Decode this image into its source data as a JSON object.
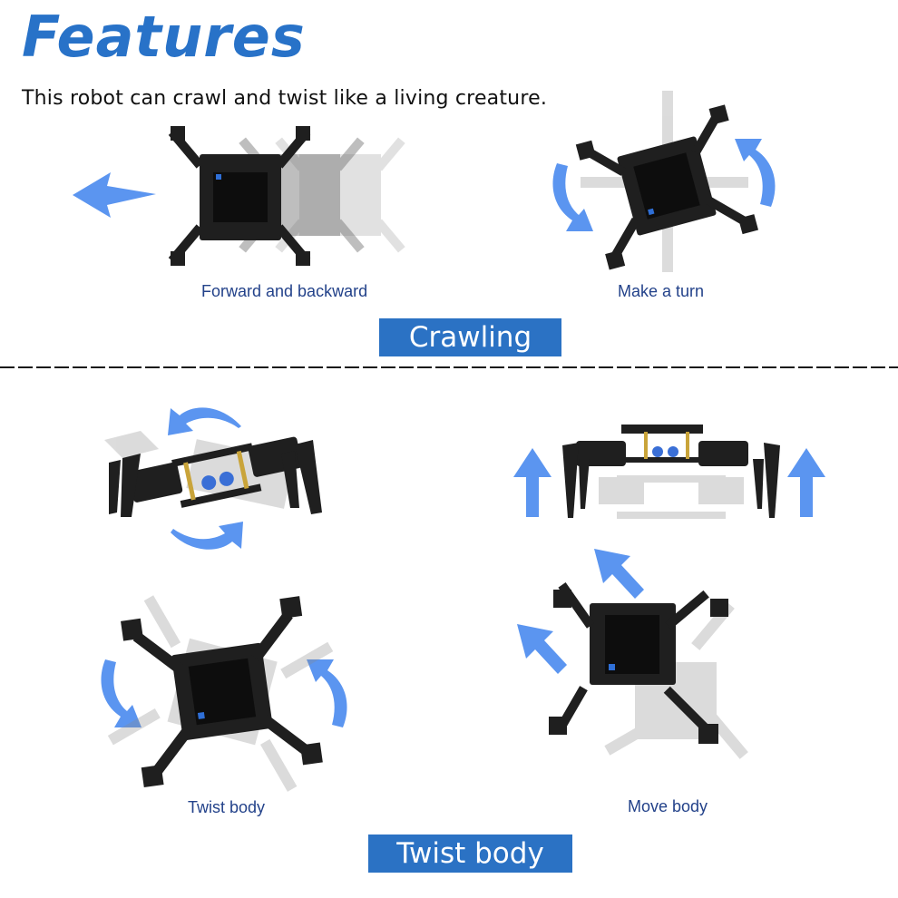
{
  "header": {
    "title": "Features",
    "subtitle": "This robot can crawl and twist like a living creature."
  },
  "sections": {
    "crawling": {
      "badge": "Crawling",
      "panels": [
        {
          "caption": "Forward and backward",
          "motion_arrow": "arrow-left-icon"
        },
        {
          "caption": "Make a turn",
          "motion_arrow": "rotate-arrows-icon"
        }
      ]
    },
    "twist": {
      "badge": "Twist body",
      "panels": [
        {
          "caption": "",
          "motion_arrow": "rotate-arrows-icon"
        },
        {
          "caption": "",
          "motion_arrow": "arrow-up-icon"
        },
        {
          "caption": "Twist body",
          "motion_arrow": "rotate-arrows-icon"
        },
        {
          "caption": "Move body",
          "motion_arrow": "arrow-diagonal-icon"
        }
      ]
    }
  },
  "colors": {
    "title": "#2872c8",
    "badge_bg": "#2b72c4",
    "badge_text": "#ffffff",
    "caption": "#23428a",
    "arrow": "#5b95f0",
    "robot_dark": "#1f1f1f",
    "robot_ghost": "#bdbdbd"
  }
}
